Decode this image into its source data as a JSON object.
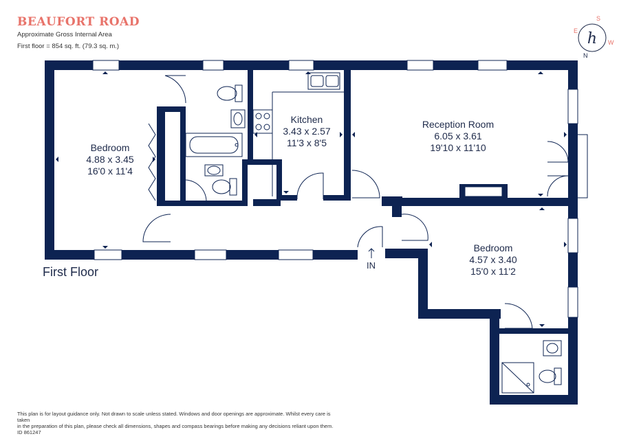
{
  "header": {
    "title": "BEAUFORT ROAD",
    "subtitle": "Approximate Gross Internal Area",
    "area": "First floor  = 854 sq. ft. (79.3 sq. m.)"
  },
  "floor_label": "First Floor",
  "entrance_label": "IN",
  "rooms": [
    {
      "name": "Bedroom",
      "metric": "4.88 x 3.45",
      "imperial": "16'0 x 11'4"
    },
    {
      "name": "Kitchen",
      "metric": "3.43 x 2.57",
      "imperial": "11'3 x 8'5"
    },
    {
      "name": "Reception Room",
      "metric": "6.05 x 3.61",
      "imperial": "19'10 x 11'10"
    },
    {
      "name": "Bedroom",
      "metric": "4.57 x 3.40",
      "imperial": "15'0 x 11'2"
    }
  ],
  "compass": {
    "letters": [
      "E",
      "S",
      "W",
      "N"
    ],
    "logo": "h"
  },
  "disclaimer": {
    "line1": "This plan is for layout guidance only. Not drawn to scale unless stated. Windows and door openings are approximate. Whilst every care is taken",
    "line2": "in the preparation of this plan, please check all dimensions, shapes and compass bearings before making any decisions reliant upon them.",
    "id": "ID 861247"
  },
  "colors": {
    "wall": "#0d2352",
    "accent": "#e8736a",
    "window": "#ffffff"
  }
}
